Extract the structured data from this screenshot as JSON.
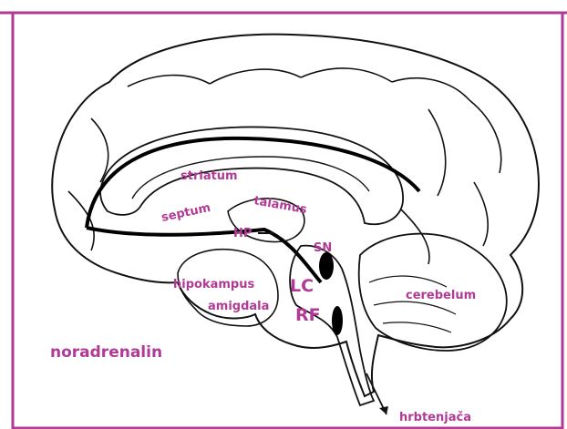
{
  "caption": "",
  "title": "noradrenalin",
  "labels": {
    "striatum": "striatum",
    "septum": "septum",
    "talamus": "talamus",
    "hp": "HP",
    "sn": "SN",
    "hipokampus": "hipokampus",
    "amigdala": "amigdala",
    "lc": "LC",
    "rf": "RF",
    "cerebelum": "cerebelum",
    "hrbtenjaca": "hrbtenjača"
  },
  "colors": {
    "accent": "#b03a95",
    "frame": "#b03a95",
    "outline": "#111111"
  }
}
